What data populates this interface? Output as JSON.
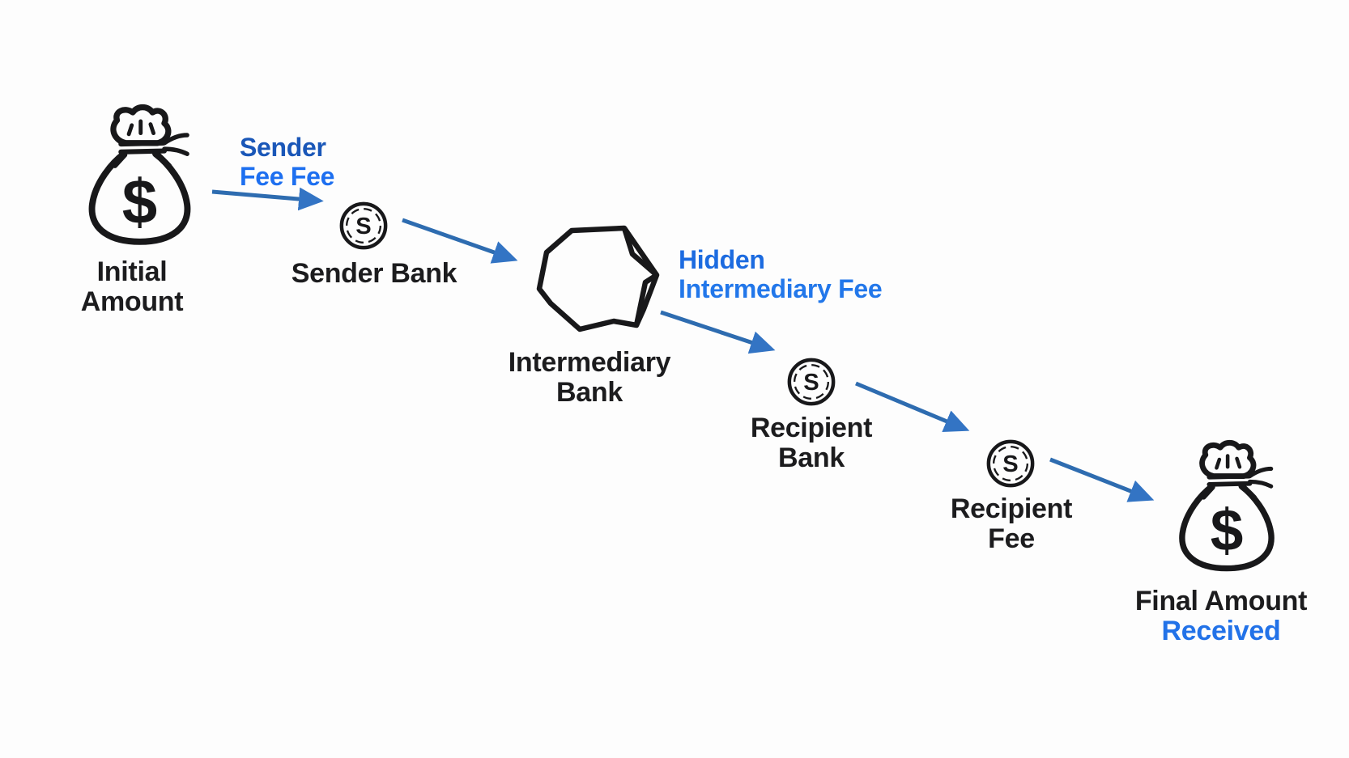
{
  "background_color": "#fdfdfd",
  "icon_color": "#18181a",
  "arrows": {
    "line_color": "#2e6cb0",
    "head_color": "#3374c4"
  },
  "nodes": [
    {
      "id": "initial-amount",
      "icon": "money-bag-icon",
      "symbol": "$",
      "label": {
        "lines": [
          "Initial",
          "Amount"
        ],
        "colors": [
          "#1c1c1e",
          "#1c1c1e"
        ]
      }
    },
    {
      "id": "sender-bank",
      "icon": "coin-icon",
      "symbol": "S",
      "label": {
        "lines": [
          "Sender Bank"
        ],
        "colors": [
          "#1c1c1e"
        ]
      }
    },
    {
      "id": "intermediary-bank",
      "icon": "rock-icon",
      "label": {
        "lines": [
          "Intermediary",
          "Bank"
        ],
        "colors": [
          "#1c1c1e",
          "#1c1c1e"
        ]
      }
    },
    {
      "id": "recipient-bank",
      "icon": "coin-icon",
      "symbol": "S",
      "label": {
        "lines": [
          "Recipient",
          "Bank"
        ],
        "colors": [
          "#1c1c1e",
          "#1c1c1e"
        ]
      }
    },
    {
      "id": "recipient-fee",
      "icon": "coin-icon",
      "symbol": "S",
      "label": {
        "lines": [
          "Recipient",
          "Fee"
        ],
        "colors": [
          "#1c1c1e",
          "#1c1c1e"
        ]
      }
    },
    {
      "id": "final-amount",
      "icon": "money-bag-icon",
      "symbol": "$",
      "label": {
        "lines": [
          "Final Amount",
          "Received"
        ],
        "colors": [
          "#1c1c1e",
          "#2272e8"
        ]
      }
    }
  ],
  "fee_labels": [
    {
      "id": "sender-fee",
      "lines": [
        "Sender",
        "Fee Fee"
      ],
      "colors": [
        "#1a57b8",
        "#1d6ff0"
      ]
    },
    {
      "id": "hidden-intermediary-fee",
      "lines": [
        "Hidden",
        "Intermediary Fee"
      ],
      "colors": [
        "#1c6be0",
        "#2277ea"
      ]
    }
  ]
}
